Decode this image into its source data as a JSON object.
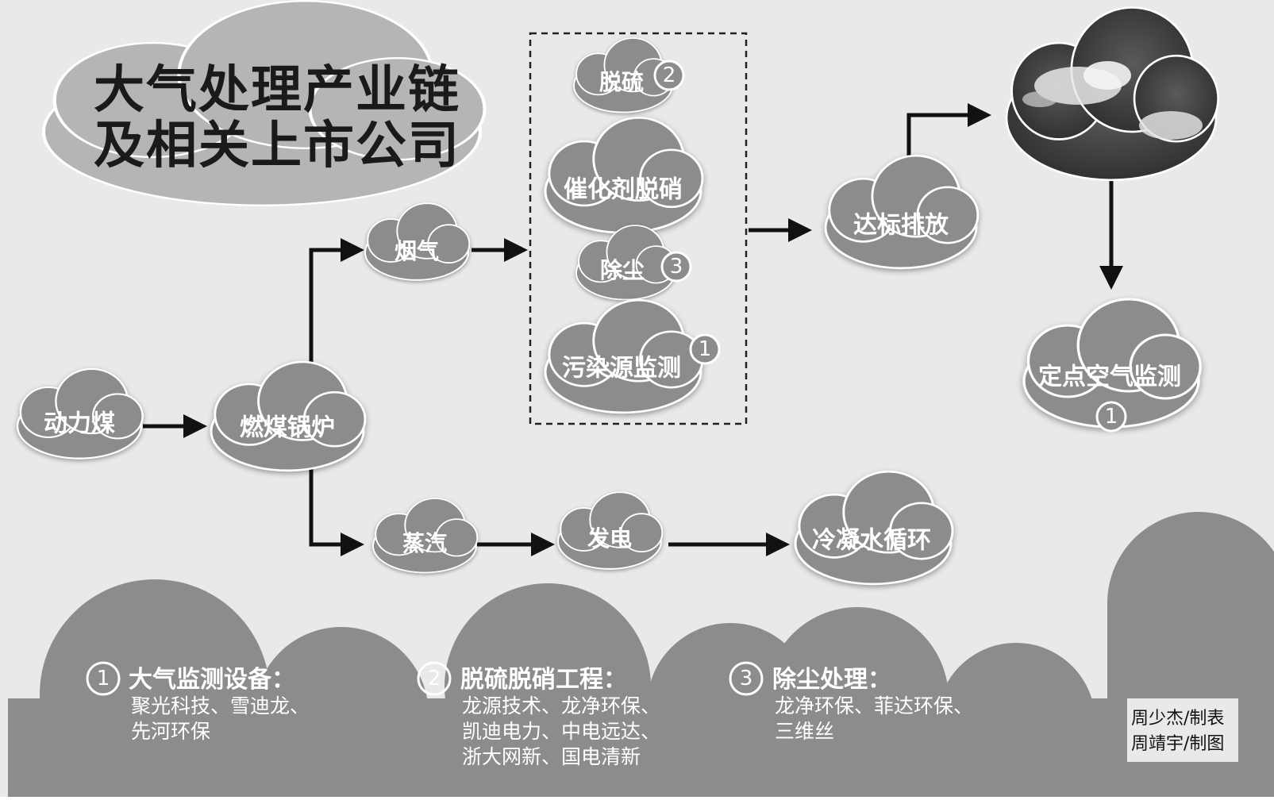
{
  "title": {
    "line1": "大气处理产业链",
    "line2": "及相关上市公司"
  },
  "nodes": {
    "coal": "动力煤",
    "boiler": "燃煤锅炉",
    "flue_gas": "烟气",
    "steam": "蒸汽",
    "power": "发电",
    "condensate": "冷凝水循环",
    "desulfurization": "脱硫",
    "denitration": "催化剂脱硝",
    "dust_removal": "除尘",
    "pollution_monitoring": "污染源监测",
    "emission": "达标排放",
    "fixed_point_monitoring": "定点空气监测"
  },
  "badges": {
    "desulfurization": "2",
    "dust_removal": "3",
    "pollution_monitoring": "1",
    "fixed_point_monitoring": "1"
  },
  "legend": [
    {
      "number": "1",
      "heading": "大气监测设备：",
      "lines": [
        "聚光科技、雪迪龙、",
        "先河环保"
      ]
    },
    {
      "number": "2",
      "heading": "脱硫脱硝工程：",
      "lines": [
        "龙源技术、龙净环保、",
        "凯迪电力、中电远达、",
        "浙大网新、国电清新"
      ]
    },
    {
      "number": "3",
      "heading": "除尘处理：",
      "lines": [
        "龙净环保、菲达环保、",
        "三维丝"
      ]
    }
  ],
  "credits": {
    "line1": "周少杰/制表",
    "line2": "周靖宇/制图"
  },
  "colors": {
    "background": "#e9e9e9",
    "cloud": "#8c8c8c",
    "title_cloud": "#b5b5b5",
    "sky": "#3f3f3f",
    "arrow": "#111111"
  }
}
